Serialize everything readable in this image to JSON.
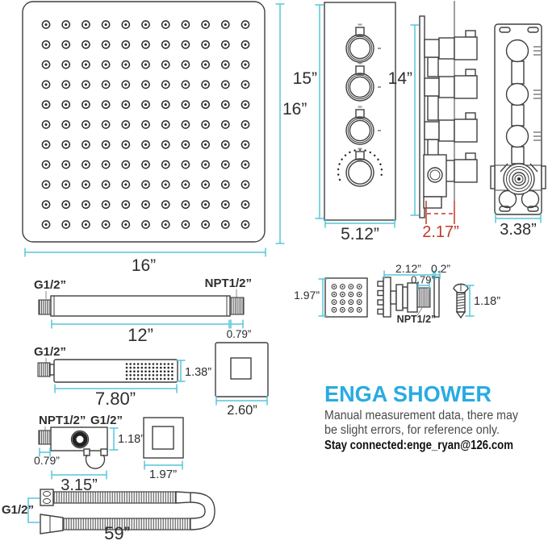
{
  "colors": {
    "dimension_line": "#57c5da",
    "highlight_red": "#c0392b",
    "brand_blue": "#29abe2",
    "line_ink": "#3f3f3f"
  },
  "shower_head": {
    "nozzle_rows": 11,
    "nozzle_cols": 11,
    "height": "16”",
    "width": "16”"
  },
  "valve_front": {
    "height": "15”",
    "width": "5.12”"
  },
  "valve_side": {
    "height": "14”",
    "depth": "2.17”"
  },
  "valve_back": {
    "width": "3.38”"
  },
  "arm": {
    "wall_thread": "G1/2”",
    "head_thread": "NPT1/2”",
    "length": "12”",
    "thread_length": "0.79”"
  },
  "jet": {
    "face": "1.97”",
    "nozzle_rows": 4,
    "nozzle_cols": 4,
    "depth": "2.12”",
    "lip": "0.2”",
    "thread_length": "0.79”",
    "thread_type": "NPT1/2”",
    "screw_length": "1.18”"
  },
  "wand": {
    "thread": "G1/2”",
    "length": "7.80”",
    "width": "1.38”",
    "face": "2.60”",
    "spray_rows": 5,
    "spray_cols": 13
  },
  "holder": {
    "wall_thread": "NPT1/2”",
    "hose_thread": "G1/2”",
    "thread_length": "0.79”",
    "height": "1.18”",
    "length": "3.15”",
    "plate": "1.97”"
  },
  "hose": {
    "thread": "G1/2”",
    "length": "59”"
  },
  "brand": {
    "name": "ENGA SHOWER",
    "note1": "Manual measurement data, there may",
    "note2": "be slight errors, for reference only.",
    "contact": "Stay connected:enge_ryan@126.com"
  }
}
